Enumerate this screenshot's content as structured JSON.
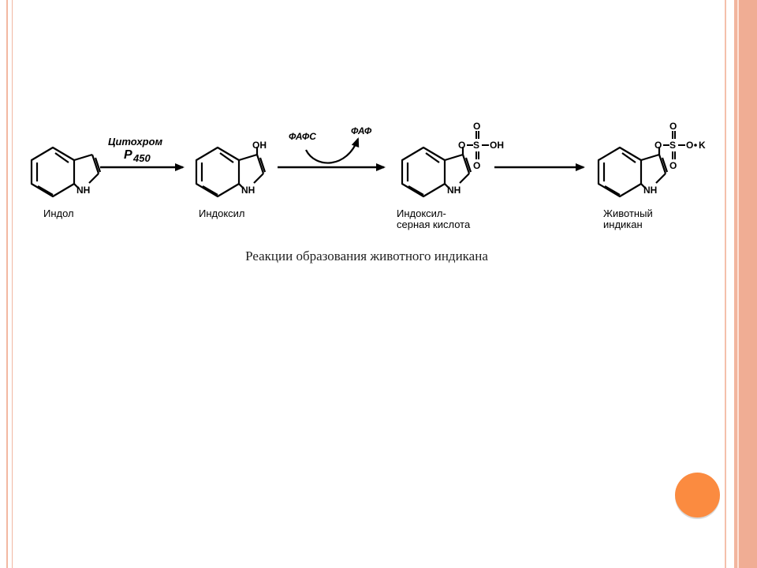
{
  "scheme": {
    "enzyme_label": "Цитохром",
    "enzyme_p": "P",
    "enzyme_subscript": "450",
    "cofactor_in": "ФАФС",
    "cofactor_out": "ФАФ",
    "nh": "NH",
    "oh": "OH",
    "o": "O",
    "s": "S",
    "k": "K",
    "compounds": [
      {
        "line1": "Индол",
        "line2": ""
      },
      {
        "line1": "Индоксил",
        "line2": ""
      },
      {
        "line1": "Индоксил-",
        "line2": "серная кислота"
      },
      {
        "line1": "Животный",
        "line2": "индикан"
      }
    ]
  },
  "caption": "Реакции образования животного индикана",
  "colors": {
    "frame": "#f2b59e",
    "button": "#fb8b40"
  }
}
